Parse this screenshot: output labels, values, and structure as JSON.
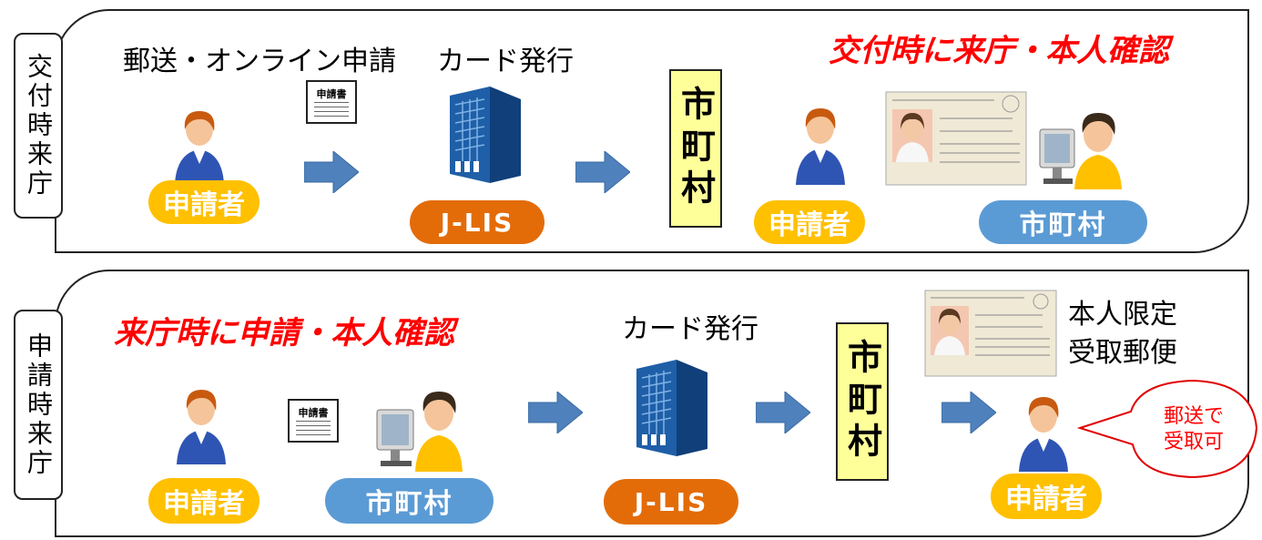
{
  "row1": {
    "side_label": "交付時来庁",
    "step1_caption": "郵送・オンライン申請",
    "doc_label": "申請書",
    "applicant": "申請者",
    "step2_caption": "カード発行",
    "jlis": "J-LIS",
    "municipality_box": "市町村",
    "highlight": "交付時に来庁・本人確認",
    "applicant2": "申請者",
    "city": "市町村"
  },
  "row2": {
    "side_label": "申請時来庁",
    "highlight": "来庁時に申請・本人確認",
    "applicant": "申請者",
    "doc_label": "申請書",
    "city": "市町村",
    "step2_caption": "カード発行",
    "jlis": "J-LIS",
    "municipality_box": "市町村",
    "mail_caption_line1": "本人限定",
    "mail_caption_line2": "受取郵便",
    "applicant2": "申請者",
    "bubble_line1": "郵送で",
    "bubble_line2": "受取可"
  },
  "colors": {
    "applicant": "#ffc000",
    "city": "#5b9bd5",
    "jlis": "#e36c09",
    "highlight": "#ff0000",
    "municipality_box": "#ffff99",
    "arrow": "#4f81bd",
    "building": "#1f5fa8"
  },
  "icons": [
    "person-icon",
    "clerk-computer-icon",
    "building-icon",
    "document-icon",
    "id-card-icon",
    "arrow-right-icon"
  ]
}
